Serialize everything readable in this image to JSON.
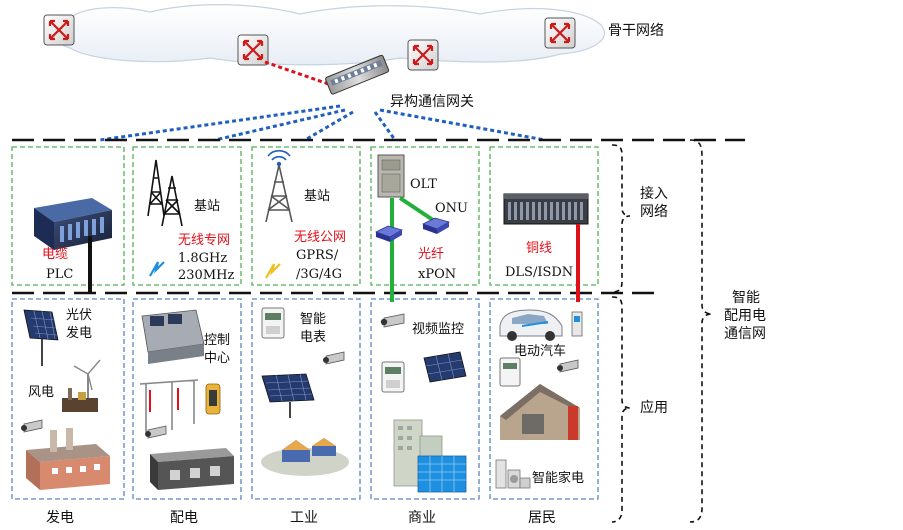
{
  "labels": {
    "backbone": "骨干网络",
    "gateway": "异构通信网关",
    "access_network": [
      "接入",
      "网络"
    ],
    "application": "应用",
    "smart_grid": [
      "智能",
      "配用电",
      "通信网"
    ]
  },
  "access_columns": [
    {
      "red": "电缆",
      "lines": [
        "PLC"
      ]
    },
    {
      "top": "基站",
      "red": "无线专网",
      "lines": [
        "1.8GHz",
        "230MHz"
      ]
    },
    {
      "top": "基站",
      "red": "无线公网",
      "lines": [
        "GPRS/",
        "/3G/4G"
      ]
    },
    {
      "olt": "OLT",
      "onu": "ONU",
      "red": "光纤",
      "lines": [
        "xPON"
      ]
    },
    {
      "red": "铜线",
      "lines": [
        "DLS/ISDN"
      ]
    }
  ],
  "app_columns": [
    {
      "labels": [
        [
          "光伏",
          "发电"
        ],
        [
          "风电"
        ]
      ],
      "bottom": "发电"
    },
    {
      "labels": [
        [
          "控制",
          "中心"
        ]
      ],
      "bottom": "配电"
    },
    {
      "labels": [
        [
          "智能",
          "电表"
        ]
      ],
      "bottom": "工业"
    },
    {
      "labels": [
        [
          "视频监控"
        ]
      ],
      "bottom": "商业"
    },
    {
      "labels": [
        [
          "电动汽车"
        ],
        [
          "智能家电"
        ]
      ],
      "bottom": "居民"
    }
  ],
  "colors": {
    "red_line": "#e0101a",
    "blue_dotted": "#1f5fbf",
    "green_dashed": "#55b055",
    "blue_dashed": "#5a84c4",
    "green_cable": "#22b03a",
    "label_red": "#e0101a"
  }
}
